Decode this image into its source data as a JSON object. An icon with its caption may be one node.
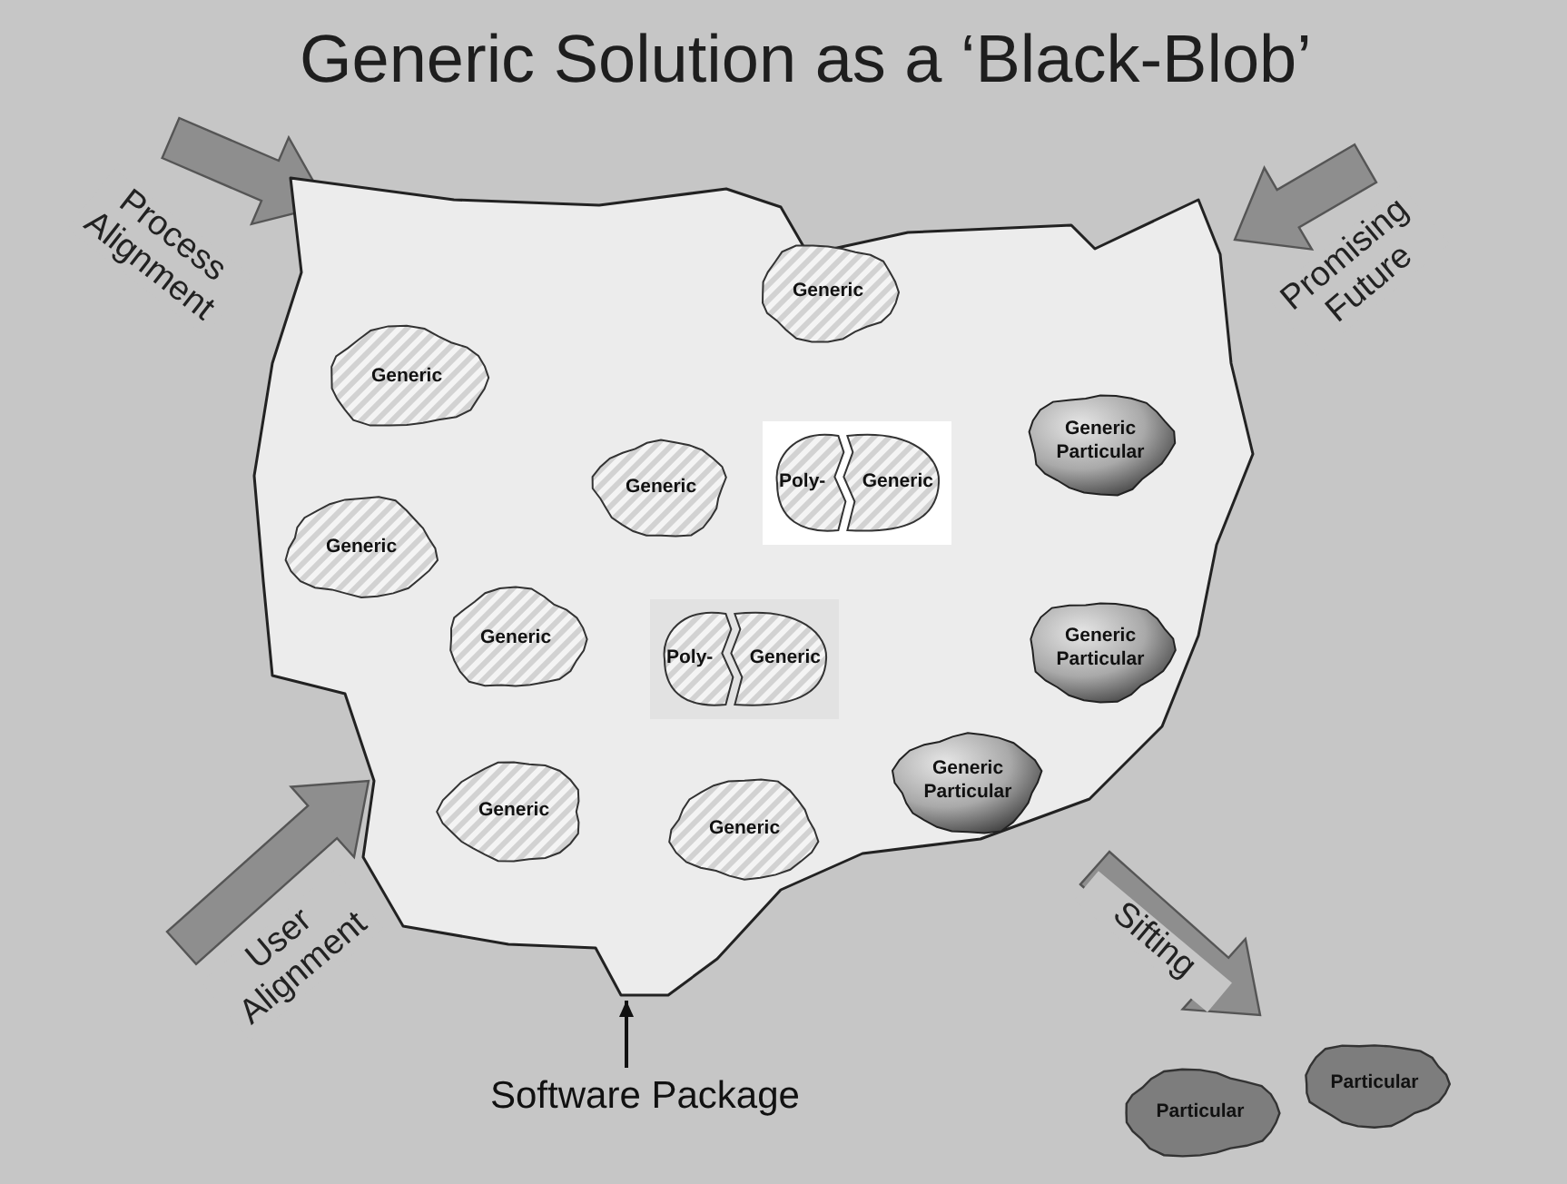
{
  "diagram": {
    "title": "Generic Solution as a ‘Black-Blob’",
    "nodes": [
      {
        "text": [],
        "shape": "cloud"
      },
      {
        "text": [
          "Generic"
        ],
        "in": 0
      },
      {
        "text": [
          "Generic"
        ],
        "in": 0
      },
      {
        "text": [
          "Generic Particular"
        ],
        "in": 0
      },
      {
        "text": [
          "Generic"
        ],
        "in": 0
      },
      {
        "text": [
          "Poly-",
          "Generic"
        ],
        "in": 0
      },
      {
        "text": [
          "Generic"
        ],
        "in": 0
      },
      {
        "text": [
          "Generic"
        ],
        "in": 0
      },
      {
        "text": [
          "Poly-",
          "Generic"
        ],
        "in": 0
      },
      {
        "text": [
          "Generic Particular"
        ],
        "in": 0
      },
      {
        "text": [
          "Generic Particular"
        ],
        "in": 0
      },
      {
        "text": [
          "Generic"
        ],
        "in": 0
      },
      {
        "text": [
          "Generic"
        ],
        "in": 0
      },
      {
        "text": [
          "Software Package"
        ]
      },
      {
        "text": [
          "Particular"
        ]
      },
      {
        "text": [
          "Particular"
        ]
      }
    ],
    "edges": [
      {
        "from": null,
        "to": 0,
        "arrow": "to",
        "label": "Process Alignment",
        "style": "thick"
      },
      {
        "from": null,
        "to": 0,
        "arrow": "to",
        "label": "Promising Future",
        "style": "thick"
      },
      {
        "from": null,
        "to": 0,
        "arrow": "to",
        "label": "User Alignment",
        "style": "thick"
      },
      {
        "from": 0,
        "to": null,
        "arrow": "to",
        "label": "Sifting",
        "style": "thick"
      },
      {
        "from": 13,
        "to": 0,
        "arrow": "to"
      }
    ]
  }
}
